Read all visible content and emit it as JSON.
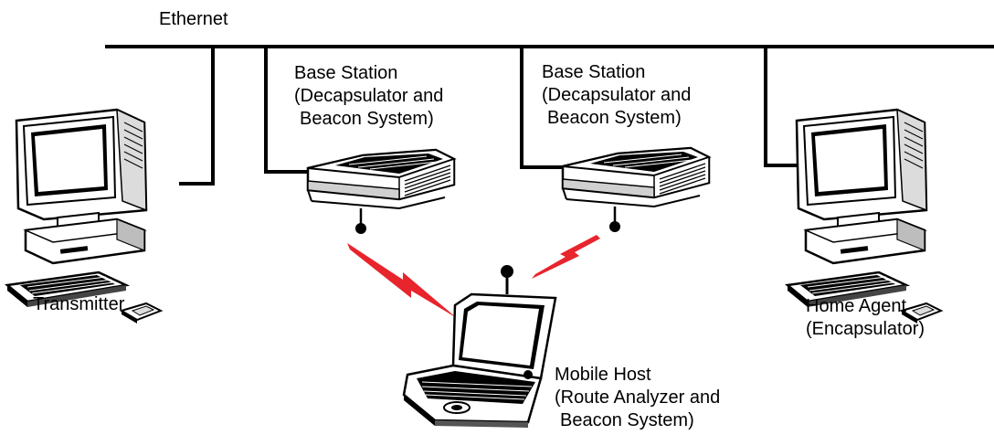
{
  "network": {
    "label": "Ethernet"
  },
  "nodes": {
    "transmitter": {
      "label": "Transmitter"
    },
    "base_station_1": {
      "lines": [
        "Base Station",
        "(Decapsulator and",
        "Beacon System)"
      ]
    },
    "base_station_2": {
      "lines": [
        "Base Station",
        "(Decapsulator and",
        "Beacon System)"
      ]
    },
    "home_agent": {
      "lines": [
        "Home Agent",
        "(Encapsulator)"
      ]
    },
    "mobile_host": {
      "lines": [
        "Mobile Host",
        "(Route Analyzer and",
        "Beacon System)"
      ]
    }
  },
  "colors": {
    "wire": "#000000",
    "wireless_signal": "#e8242c"
  },
  "icons": {
    "transmitter": "desktop-computer-icon",
    "home_agent": "desktop-computer-icon",
    "base_station": "base-station-box-icon",
    "mobile_host": "laptop-computer-icon",
    "wireless": "lightning-bolt-icon"
  }
}
